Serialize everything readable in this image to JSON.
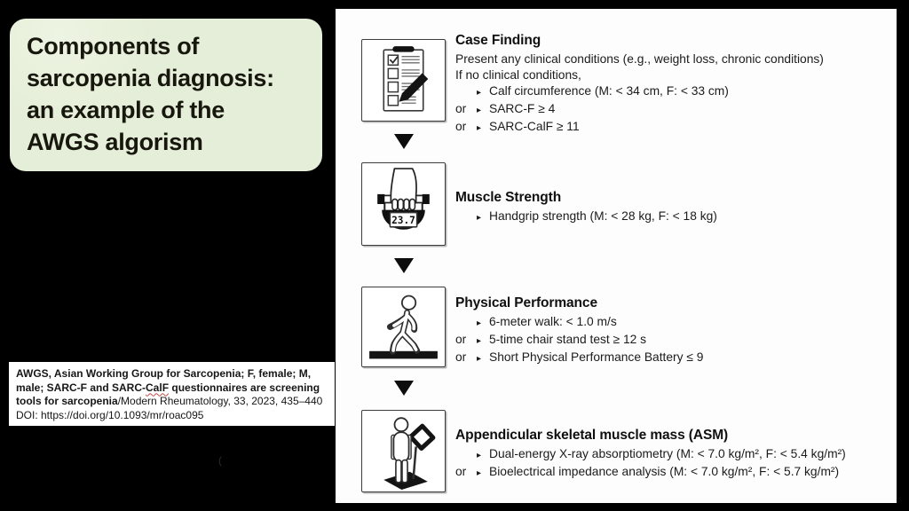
{
  "slide": {
    "title": "Components of\nsarcopenia diagnosis:\nan example of the\nAWGS algorism",
    "title_box_color": "#e5eed8",
    "background_color": "#000000",
    "panel_color": "#fdfdfd",
    "faint_mark": "("
  },
  "citation": {
    "line1_bold": "AWGS, Asian Working Group for Sarcopenia; F, female; M,",
    "line2_bold_a": "male; SARC-F and SARC-",
    "line2_misspelled": "CalF",
    "line2_bold_b": " questionnaires are screening",
    "line3_bold": "tools for sarcopenia",
    "line3_regular": "/Modern Rheumatology, 33, 2023, 435–440",
    "line4_regular": "DOI: https://doi.org/10.1093/mr/roac095",
    "spellcheck_color": "#c24a4a"
  },
  "flowchart": {
    "arrow_color": "#0d0d0d",
    "sections": [
      {
        "heading": "Case Finding",
        "icon": "checklist-icon",
        "lines": [
          {
            "prefix": "",
            "bullet": "",
            "text": "Present any clinical conditions (e.g., weight loss, chronic conditions)"
          },
          {
            "prefix": "",
            "bullet": "",
            "text": "If no clinical conditions,"
          },
          {
            "prefix": "",
            "bullet": "▸",
            "text": "Calf circumference (M: < 34 cm, F: < 33 cm)"
          },
          {
            "prefix": "or",
            "bullet": "▸",
            "text": "SARC-F ≥ 4"
          },
          {
            "prefix": "or",
            "bullet": "▸",
            "text": "SARC-CalF ≥ 11"
          }
        ]
      },
      {
        "heading": "Muscle Strength",
        "icon": "handgrip-dynamometer-icon",
        "display_value": "23.7",
        "lines": [
          {
            "prefix": "",
            "bullet": "▸",
            "text": "Handgrip strength (M: < 28 kg, F: < 18 kg)"
          }
        ]
      },
      {
        "heading": "Physical Performance",
        "icon": "walking-person-icon",
        "lines": [
          {
            "prefix": "",
            "bullet": "▸",
            "text": "6-meter walk: < 1.0 m/s"
          },
          {
            "prefix": "or",
            "bullet": "▸",
            "text": "5-time chair stand test ≥ 12 s"
          },
          {
            "prefix": "or",
            "bullet": "▸",
            "text": "Short Physical Performance Battery ≤ 9"
          }
        ]
      },
      {
        "heading": "Appendicular skeletal muscle mass (ASM)",
        "icon": "body-scale-icon",
        "lines": [
          {
            "prefix": "",
            "bullet": "▸",
            "text": "Dual-energy X-ray absorptiometry (M: < 7.0 kg/m², F: < 5.4 kg/m²)"
          },
          {
            "prefix": "or",
            "bullet": "▸",
            "text": "Bioelectrical impedance analysis (M: < 7.0 kg/m², F: < 5.7 kg/m²)"
          }
        ]
      }
    ]
  }
}
